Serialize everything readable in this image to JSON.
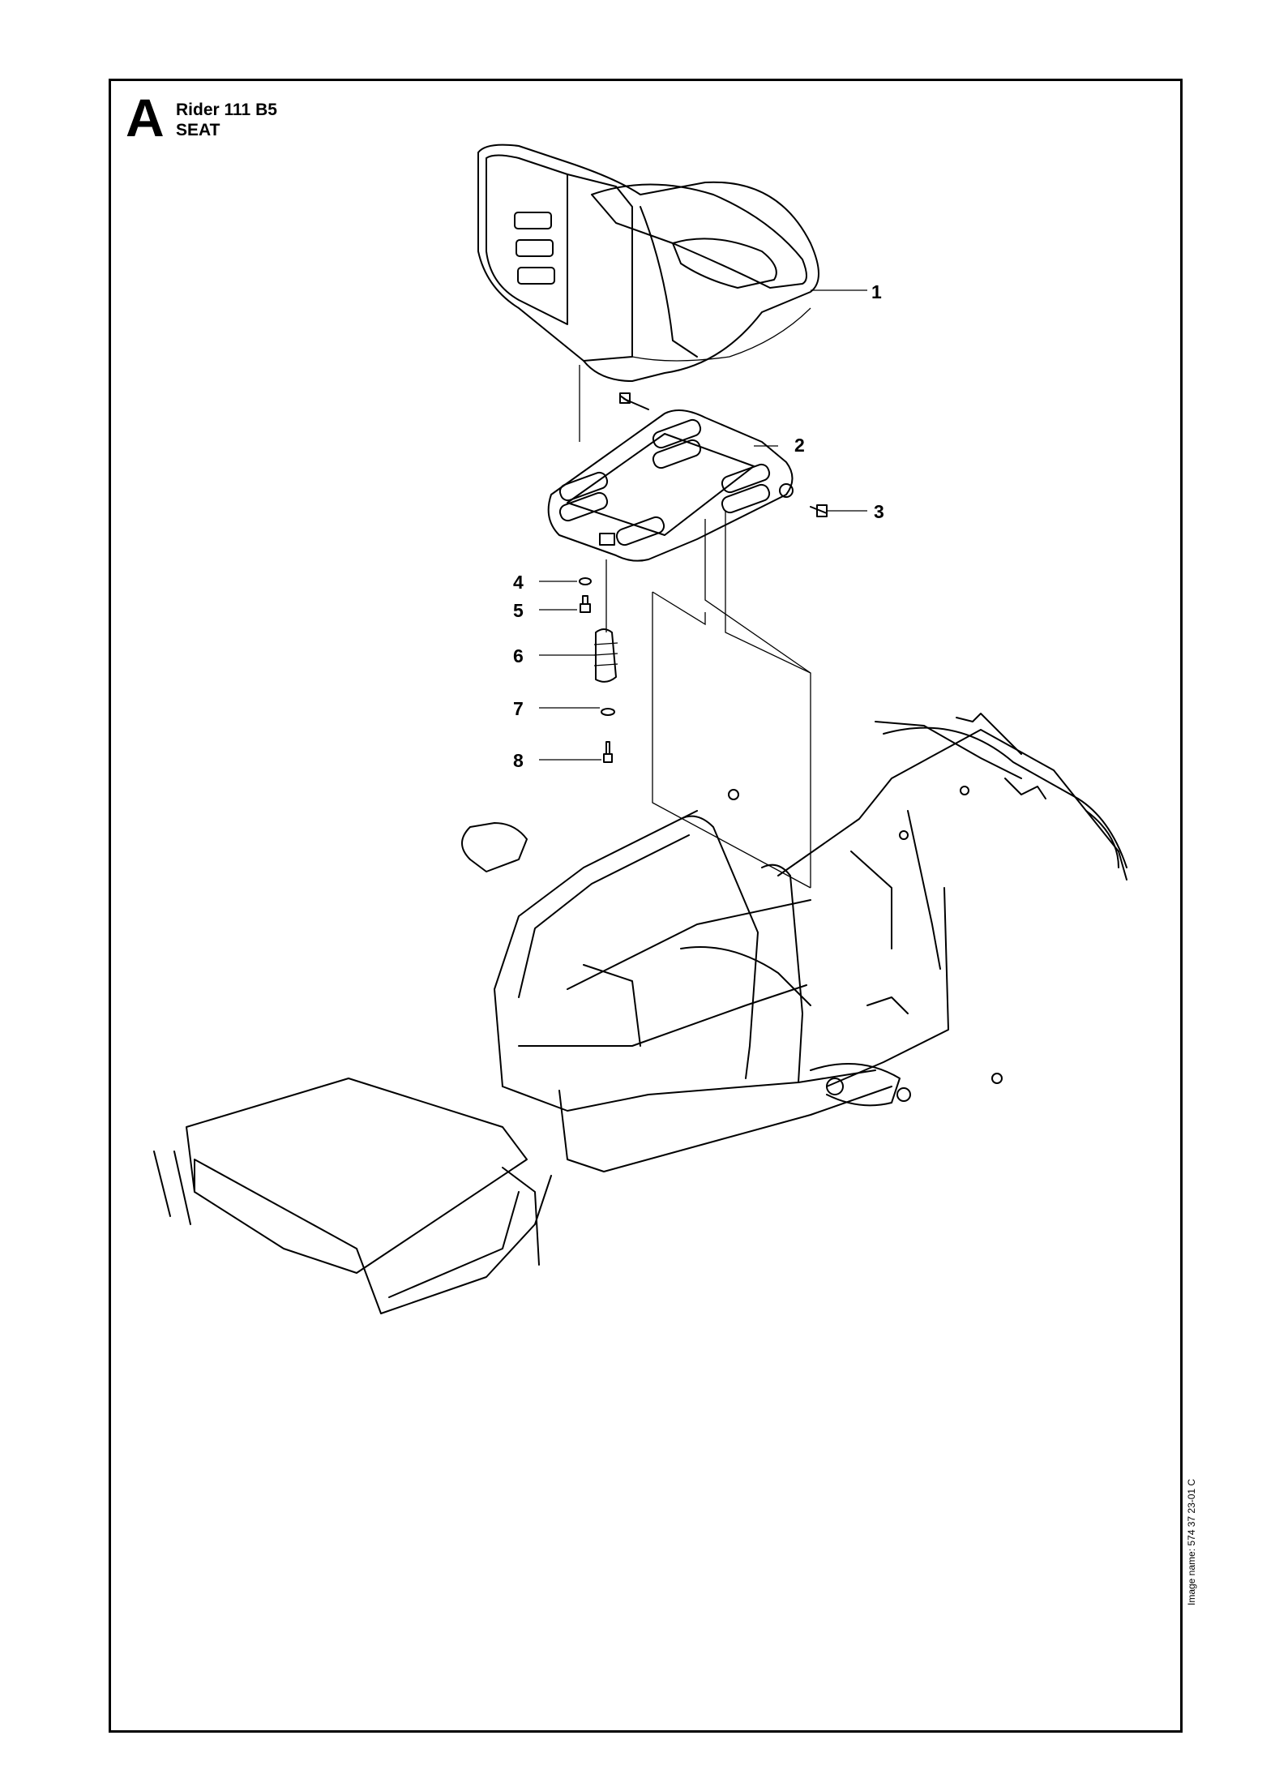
{
  "header": {
    "section_letter": "A",
    "model": "Rider 111 B5",
    "section": "SEAT"
  },
  "footer": {
    "image_reference": "Image name: 574 37 23-01 C"
  },
  "callouts": [
    {
      "number": "1",
      "part": "seat"
    },
    {
      "number": "2",
      "part": "seat-plate"
    },
    {
      "number": "3",
      "part": "hinge-bolt"
    },
    {
      "number": "4",
      "part": "washer"
    },
    {
      "number": "5",
      "part": "screw"
    },
    {
      "number": "6",
      "part": "spring"
    },
    {
      "number": "7",
      "part": "washer"
    },
    {
      "number": "8",
      "part": "screw"
    }
  ]
}
